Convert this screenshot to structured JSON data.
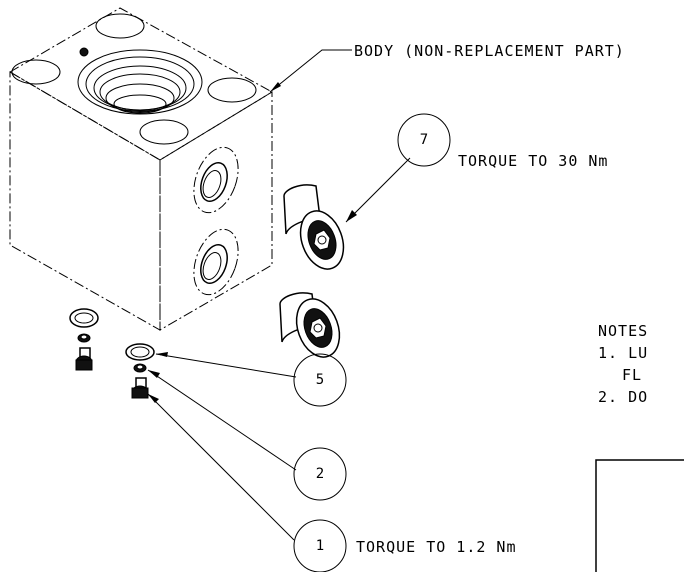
{
  "labels": {
    "body": "BODY (NON-REPLACEMENT PART)",
    "torque_7": "TORQUE TO 30 Nm",
    "torque_1": "TORQUE TO 1.2 Nm",
    "notes_header": "NOTES",
    "note_1_line_a": "1. LU",
    "note_1_line_b": "FL",
    "note_2": "2. DO"
  },
  "balloons": [
    {
      "number": "7"
    },
    {
      "number": "5"
    },
    {
      "number": "2"
    },
    {
      "number": "1"
    }
  ]
}
